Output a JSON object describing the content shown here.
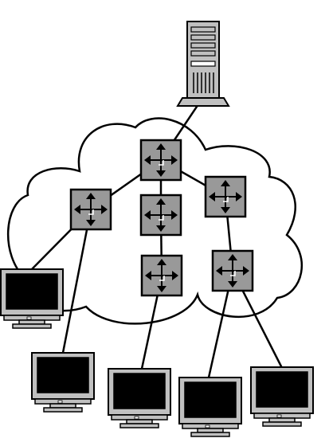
{
  "diagram": {
    "colors": {
      "background": "#ffffff",
      "stroke": "#000000",
      "router_fill": "#999999",
      "server_fill": "#c0c0c0",
      "monitor_frame": "#c0c0c0",
      "monitor_screen": "#000000"
    },
    "cloud": {
      "name": "network-cloud"
    },
    "server": {
      "name": "server-tower",
      "icon": "server-icon"
    },
    "routers": [
      {
        "id": "r1",
        "icon": "router-icon"
      },
      {
        "id": "r2",
        "icon": "router-icon"
      },
      {
        "id": "r3",
        "icon": "router-icon"
      },
      {
        "id": "r4",
        "icon": "router-icon"
      },
      {
        "id": "r5",
        "icon": "router-icon"
      },
      {
        "id": "r6",
        "icon": "router-icon"
      }
    ],
    "hosts": [
      {
        "id": "h1",
        "icon": "monitor-icon"
      },
      {
        "id": "h2",
        "icon": "monitor-icon"
      },
      {
        "id": "h3",
        "icon": "monitor-icon"
      },
      {
        "id": "h4",
        "icon": "monitor-icon"
      },
      {
        "id": "h5",
        "icon": "monitor-icon"
      }
    ],
    "links": [
      [
        "server",
        "r1"
      ],
      [
        "r1",
        "r2"
      ],
      [
        "r1",
        "r3"
      ],
      [
        "r1",
        "r4"
      ],
      [
        "r3",
        "r5"
      ],
      [
        "r4",
        "r6"
      ],
      [
        "r2",
        "h1"
      ],
      [
        "r2",
        "h2"
      ],
      [
        "r5",
        "h3"
      ],
      [
        "r6",
        "h4"
      ],
      [
        "r6",
        "h5"
      ]
    ]
  }
}
